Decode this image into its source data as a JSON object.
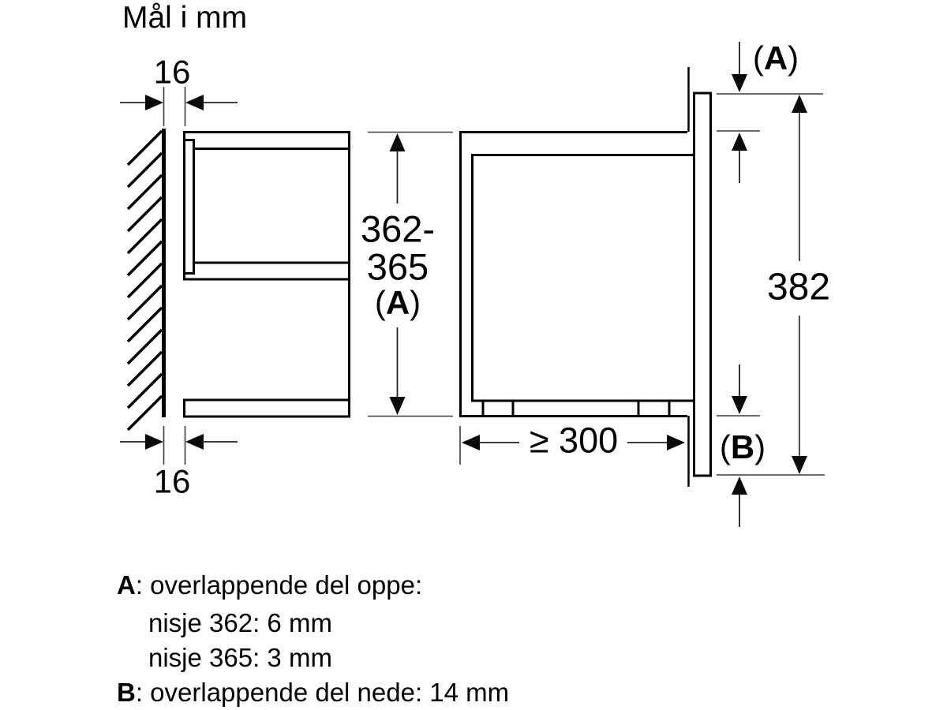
{
  "title": "Mål i mm",
  "colors": {
    "background": "#ffffff",
    "outline": "#000000",
    "dimension_line": "#3a3a3a",
    "arrow": "#0a0a0a",
    "text": "#000000"
  },
  "dimensions": {
    "gap_top": "16",
    "gap_bottom": "16",
    "niche_height_line1": "362-",
    "niche_height_line2": "365",
    "paren_open": "(",
    "paren_close": ")",
    "niche_height_letter": "A",
    "overlap_top_letter": "A",
    "overlap_bottom_letter": "B",
    "panel_height": "382",
    "min_depth": "≥ 300"
  },
  "legend": {
    "line1": {
      "key": "A",
      "rest": ": overlappende del oppe:"
    },
    "line2": "nisje 362: 6 mm",
    "line3": "nisje 365: 3 mm",
    "line4": {
      "key": "B",
      "rest": ": overlappende del nede: 14 mm"
    }
  }
}
